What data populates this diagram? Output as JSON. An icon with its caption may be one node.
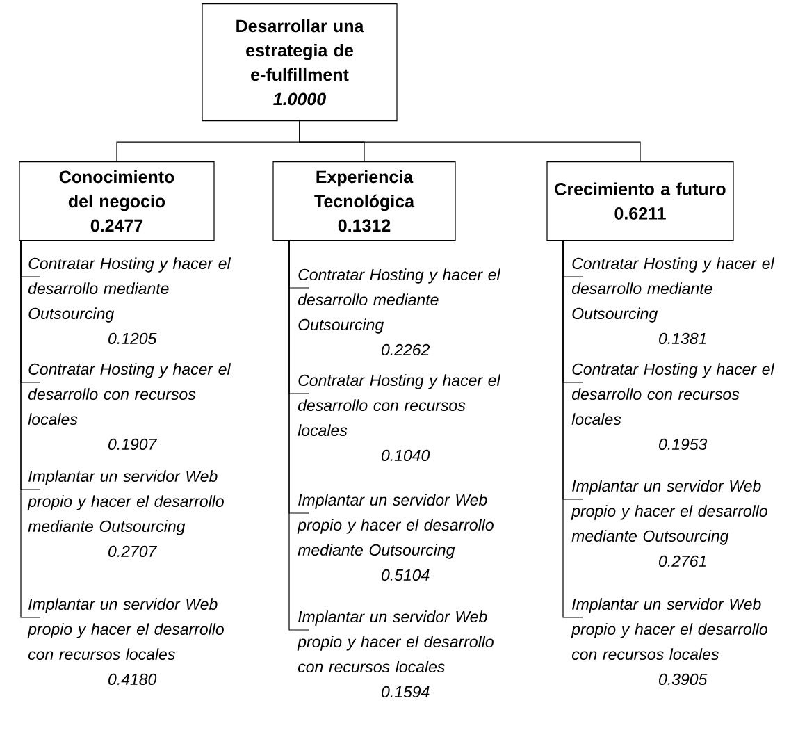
{
  "diagram": {
    "nodes": [
      {
        "text": [
          "Desarrollar una estrategia de e-fulfillment",
          "1.0000"
        ]
      },
      {
        "text": [
          "Conocimiento del negocio",
          "0.2477"
        ]
      },
      {
        "text": [
          "Experiencia Tecnológica",
          "0.1312"
        ]
      },
      {
        "text": [
          "Crecimiento a futuro",
          "0.6211"
        ]
      },
      {
        "text": [
          "Contratar Hosting y hacer el desarrollo mediante Outsourcing",
          "0.1205"
        ]
      },
      {
        "text": [
          "Contratar Hosting y hacer el desarrollo con recursos locales",
          "0.1907"
        ]
      },
      {
        "text": [
          "Implantar un servidor Web propio y hacer el desarrollo mediante Outsourcing",
          "0.2707"
        ]
      },
      {
        "text": [
          "Implantar un servidor Web propio y hacer el desarrollo con recursos locales",
          "0.4180"
        ]
      },
      {
        "text": [
          "Contratar Hosting y hacer el desarrollo mediante Outsourcing",
          "0.2262"
        ]
      },
      {
        "text": [
          "Contratar Hosting y hacer el desarrollo con recursos locales",
          "0.1040"
        ]
      },
      {
        "text": [
          "Implantar un servidor Web propio y hacer el desarrollo mediante Outsourcing",
          "0.5104"
        ]
      },
      {
        "text": [
          "Implantar un servidor Web propio y hacer el desarrollo con recursos locales",
          "0.1594"
        ]
      },
      {
        "text": [
          "Contratar Hosting y hacer el desarrollo mediante Outsourcing",
          "0.1381"
        ]
      },
      {
        "text": [
          "Contratar Hosting y hacer el desarrollo con recursos locales",
          "0.1953"
        ]
      },
      {
        "text": [
          "Implantar un servidor Web propio y hacer el desarrollo mediante Outsourcing",
          "0.2761"
        ]
      },
      {
        "text": [
          "Implantar un servidor Web propio y hacer el desarrollo con recursos locales",
          "0.3905"
        ]
      }
    ],
    "edges": [
      {
        "from": 0,
        "to": 1,
        "arrow": "none"
      },
      {
        "from": 0,
        "to": 2,
        "arrow": "none"
      },
      {
        "from": 0,
        "to": 3,
        "arrow": "none"
      },
      {
        "from": 1,
        "to": 4,
        "arrow": "none"
      },
      {
        "from": 1,
        "to": 5,
        "arrow": "none"
      },
      {
        "from": 1,
        "to": 6,
        "arrow": "none"
      },
      {
        "from": 1,
        "to": 7,
        "arrow": "none"
      },
      {
        "from": 2,
        "to": 8,
        "arrow": "none"
      },
      {
        "from": 2,
        "to": 9,
        "arrow": "none"
      },
      {
        "from": 2,
        "to": 10,
        "arrow": "none"
      },
      {
        "from": 2,
        "to": 11,
        "arrow": "none"
      },
      {
        "from": 3,
        "to": 12,
        "arrow": "none"
      },
      {
        "from": 3,
        "to": 13,
        "arrow": "none"
      },
      {
        "from": 3,
        "to": 14,
        "arrow": "none"
      },
      {
        "from": 3,
        "to": 15,
        "arrow": "none"
      }
    ]
  }
}
